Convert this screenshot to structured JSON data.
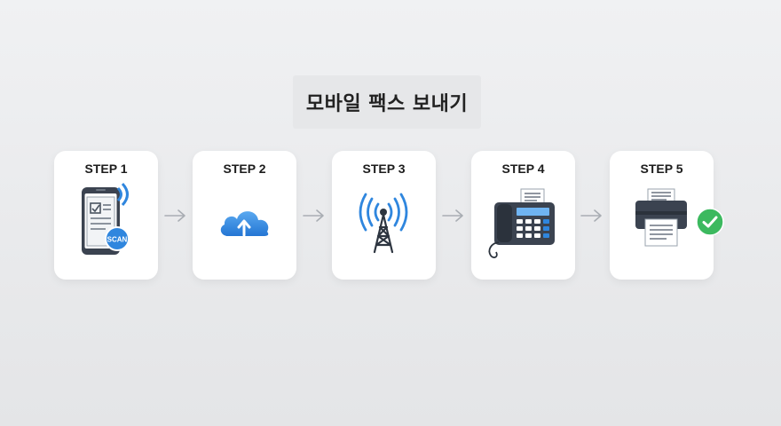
{
  "title": "모바일 팩스 보내기",
  "steps": [
    {
      "label": "STEP 1",
      "icon": "phone-scan-icon",
      "badge": "SCAN"
    },
    {
      "label": "STEP 2",
      "icon": "cloud-upload-icon"
    },
    {
      "label": "STEP 3",
      "icon": "antenna-tower-icon"
    },
    {
      "label": "STEP 4",
      "icon": "fax-machine-icon"
    },
    {
      "label": "STEP 5",
      "icon": "printer-icon"
    }
  ],
  "colors": {
    "accent_blue": "#2f86de",
    "success_green": "#3cb95f",
    "dark_gray": "#3b4350",
    "arrow_gray": "#a9adb3"
  }
}
